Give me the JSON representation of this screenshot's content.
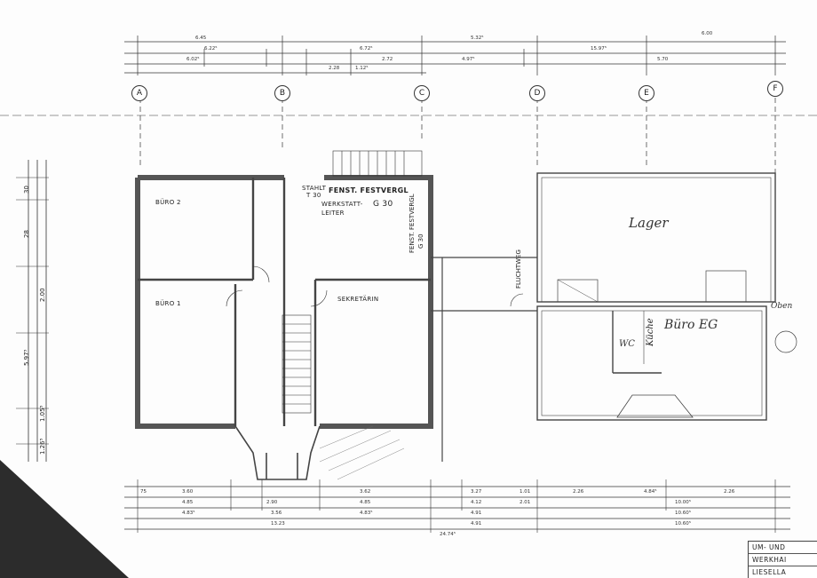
{
  "grid_axes": [
    "A",
    "B",
    "C",
    "D",
    "E",
    "F"
  ],
  "rooms": {
    "buero2": "BÜRO 2",
    "buero1": "BÜRO 1",
    "sekretaerin": "SEKRETÄRIN",
    "werkstatt": "WERKSTATT-",
    "leiter": "LEITER",
    "g30": "G 30",
    "fenst_festvergl": "FENST. FESTVERGL",
    "fenst_festvergl_side": "FENST. FESTVERGL",
    "g30_side": "G 30",
    "stahlt": "STAHLT",
    "t30": "T 30",
    "fluchtweg": "FLUCHTWEG"
  },
  "handwritten": {
    "lager": "Lager",
    "buero_eg": "Büro EG",
    "wc": "WC",
    "kueche": "Küche",
    "oben": "Oben"
  },
  "top_dims_row1": [
    "6.45",
    "5.32⁵",
    "6.00"
  ],
  "top_dims_row2": [
    "6.22⁵",
    "6.72⁵",
    "15.97⁵"
  ],
  "top_dims_row3": [
    "6.02⁵",
    "2.72",
    "4.97⁵",
    "5.70"
  ],
  "top_dims_row4": [
    "2.28",
    "1.12⁵"
  ],
  "bottom_dims_row1": [
    "75",
    "3.60",
    "3.62",
    "3.27",
    "1.01",
    "2.26",
    "4.84⁵",
    "2.26"
  ],
  "bottom_dims_row2": [
    "4.85",
    "2.90",
    "4.85",
    "4.12",
    "2.01",
    "10.00⁵"
  ],
  "bottom_dims_row3": [
    "4.83⁵",
    "3.56",
    "4.83⁵",
    "4.91",
    "10.60⁵"
  ],
  "bottom_dims_row4": [
    "13.23",
    "24.74⁵",
    "4.91",
    "10.60⁵"
  ],
  "left_dims": [
    "30",
    "28",
    "2.00",
    "5.97⁵",
    "1.05⁵",
    "1.26⁵"
  ],
  "title_block": [
    "UM- UND",
    "WERKHAI",
    "LIESELLA"
  ]
}
